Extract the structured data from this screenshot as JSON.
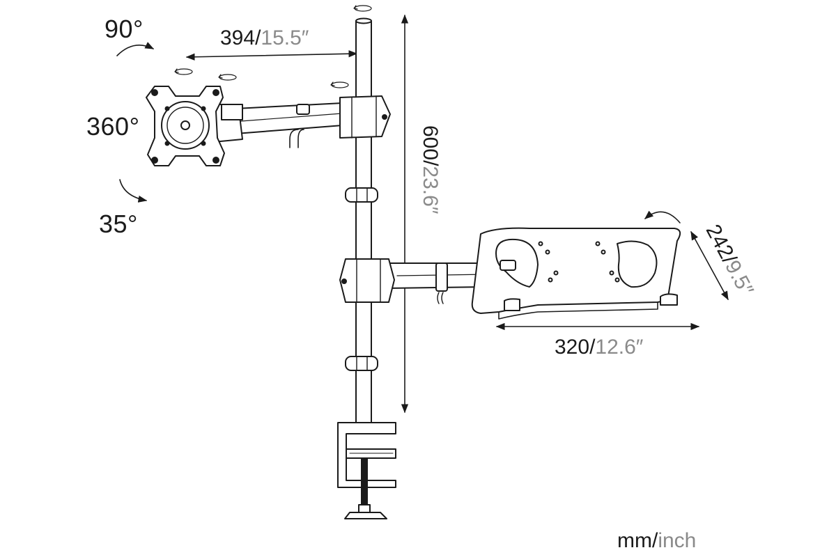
{
  "angles": {
    "tilt": "90°",
    "rotation": "360°",
    "swivel": "35°"
  },
  "dimensions": {
    "arm_length": {
      "mm": "394",
      "sep": "/",
      "inch": "15.5″"
    },
    "pole_height": {
      "mm": "600",
      "sep": "/",
      "inch": "23.6″"
    },
    "tray_depth": {
      "mm": "242",
      "sep": "/",
      "inch": "9.5″"
    },
    "tray_width": {
      "mm": "320",
      "sep": "/",
      "inch": "12.6″"
    }
  },
  "legend": {
    "mm": "mm",
    "sep": "/",
    "inch": "inch"
  },
  "colors": {
    "line": "#1a1a1a",
    "unit_gray": "#8a8a8a",
    "background": "#ffffff"
  }
}
